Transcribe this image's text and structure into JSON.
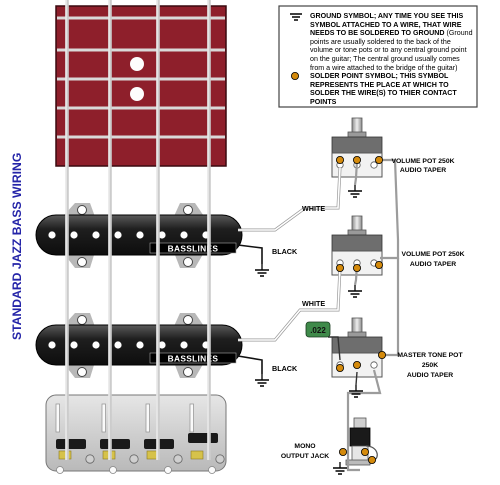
{
  "title": "STANDARD JAZZ BASS WIRING",
  "legend": {
    "ground_title": "GROUND SYMBOL; ANY TIME YOU SEE THIS SYMBOL ATTACHED TO A WIRE, THAT WIRE NEEDS TO BE SOLDERED TO GROUND",
    "ground_desc": "(Ground points are usually soldered to the back of the volume or tone pots or to any central ground point on the guitar; The central ground usually comes from a wire attached to the bridge of the guitar)",
    "solder_title": "SOLDER POINT SYMBOL; THIS SYMBOL REPRESENTS THE PLACE AT WHICH TO SOLDER THE WIRE(S) TO THIER CONTACT POINTS"
  },
  "pots": {
    "pot1_line1": "VOLUME POT 250K",
    "pot1_line2": "AUDIO TAPER",
    "pot2_line1": "VOLUME POT 250K",
    "pot2_line2": "AUDIO TAPER",
    "pot3_line1": "MASTER TONE POT",
    "pot3_line2": "250K",
    "pot3_line3": "AUDIO TAPER"
  },
  "jack": {
    "line1": "MONO",
    "line2": "OUTPUT JACK"
  },
  "wires": {
    "white1": "WHITE",
    "black1": "BLACK",
    "white2": "WHITE",
    "black2": "BLACK"
  },
  "capacitor": ".022",
  "pickup_brand": "BASSLINES",
  "colors": {
    "fretboard": "#8e1f2b",
    "fret": "#d9d9d9",
    "pickup": "#262626",
    "ground_wire": "#9c9c9c",
    "solder": "#d48a0c"
  }
}
